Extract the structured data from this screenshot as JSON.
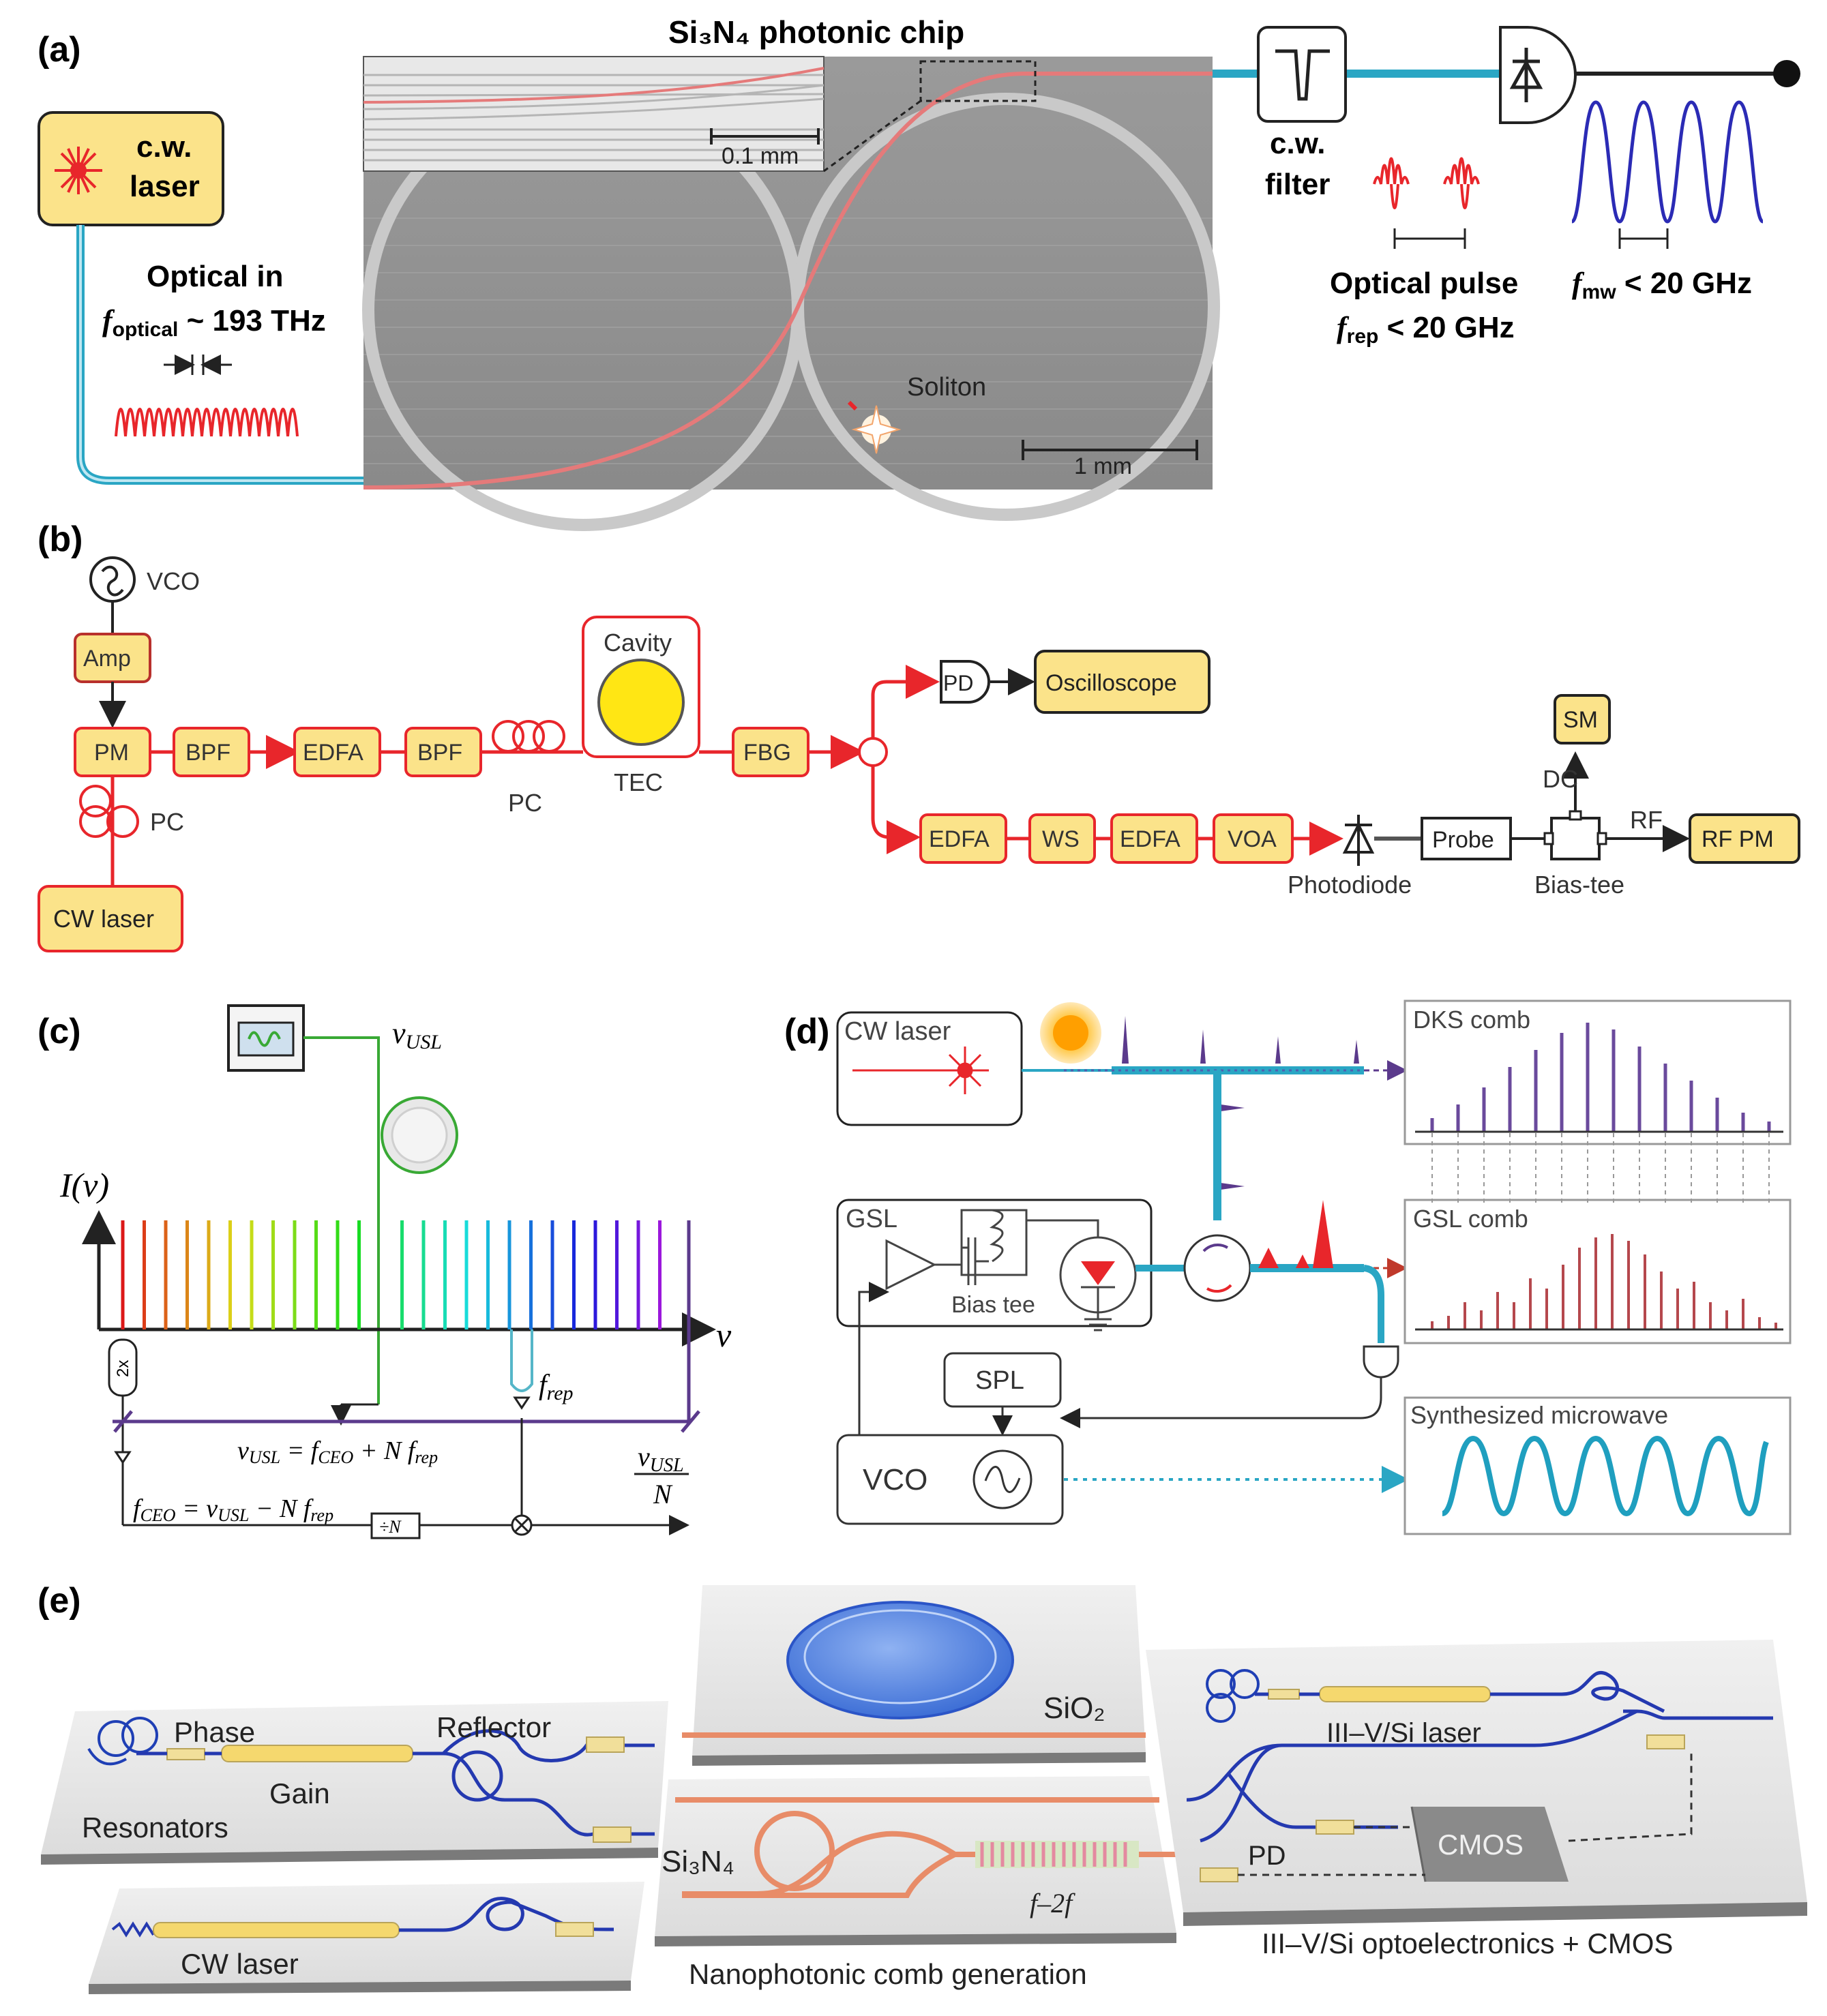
{
  "panel_a": {
    "label": "(a)",
    "chip_title": "Si₃N₄ photonic chip",
    "laser_line1": "c.w.",
    "laser_line2": "laser",
    "optical_in": "Optical in",
    "f_optical_sym": "f",
    "f_optical_sub": "optical",
    "f_optical_val": " ~ 193 THz",
    "scale_small": "0.1 mm",
    "scale_big": "1 mm",
    "soliton": "Soliton",
    "filter_line1": "c.w.",
    "filter_line2": "filter",
    "optical_pulse": "Optical pulse",
    "f_rep_sym": "f",
    "f_rep_sub": "rep",
    "f_rep_val": " < 20 GHz",
    "f_mw_sym": "f",
    "f_mw_sub": "mw",
    "f_mw_val": " < 20 GHz"
  },
  "panel_b": {
    "label": "(b)",
    "vco": "VCO",
    "amp": "Amp",
    "pm": "PM",
    "bpf1": "BPF",
    "edfa1": "EDFA",
    "bpf2": "BPF",
    "pc_top": "PC",
    "cavity": "Cavity",
    "tec": "TEC",
    "fbg": "FBG",
    "pd": "PD",
    "oscilloscope": "Oscilloscope",
    "pc_left": "PC",
    "cw_laser": "CW laser",
    "edfa2": "EDFA",
    "ws": "WS",
    "edfa3": "EDFA",
    "voa": "VOA",
    "photodiode": "Photodiode",
    "probe": "Probe",
    "bias_tee": "Bias-tee",
    "sm": "SM",
    "dc": "DC",
    "rf": "RF",
    "rf_pm": "RF PM"
  },
  "panel_c": {
    "label": "(c)",
    "nu_usl": "νUSL",
    "i_nu": "I(ν)",
    "nu_axis": "ν",
    "eq1": "νUSL = fCEO + N frep",
    "f_rep": "frep",
    "two_x": "2x",
    "eq2": "fCEO = νUSL − N frep",
    "div_n": "÷N",
    "ratio_num": "νUSL",
    "ratio_den": "N"
  },
  "panel_d": {
    "label": "(d)",
    "cw_laser": "CW laser",
    "dks_comb": "DKS comb",
    "gsl": "GSL",
    "bias_tee": "Bias tee",
    "gsl_comb": "GSL comb",
    "spl": "SPL",
    "vco": "VCO",
    "synth": "Synthesized microwave"
  },
  "panel_e": {
    "label": "(e)",
    "phase": "Phase",
    "reflector": "Reflector",
    "gain": "Gain",
    "resonators": "Resonators",
    "cw_laser": "CW laser",
    "sio2": "SiO₂",
    "si3n4": "Si₃N₄",
    "f2f": "f–2f",
    "nano": "Nanophotonic comb generation",
    "iiiv_laser": "III–V/Si laser",
    "pd": "PD",
    "cmos": "CMOS",
    "iiiv_opto": "III–V/Si optoelectronics + CMOS"
  },
  "colors": {
    "red": "#e8262b",
    "yellow_box": "#fbe38a",
    "cyan": "#2aa6c4",
    "blue_wave": "#2b2bb5",
    "purple": "#5b3a8c",
    "green": "#39a935",
    "comb_red": "#b5484d",
    "synth_teal": "#1f9fbf"
  }
}
